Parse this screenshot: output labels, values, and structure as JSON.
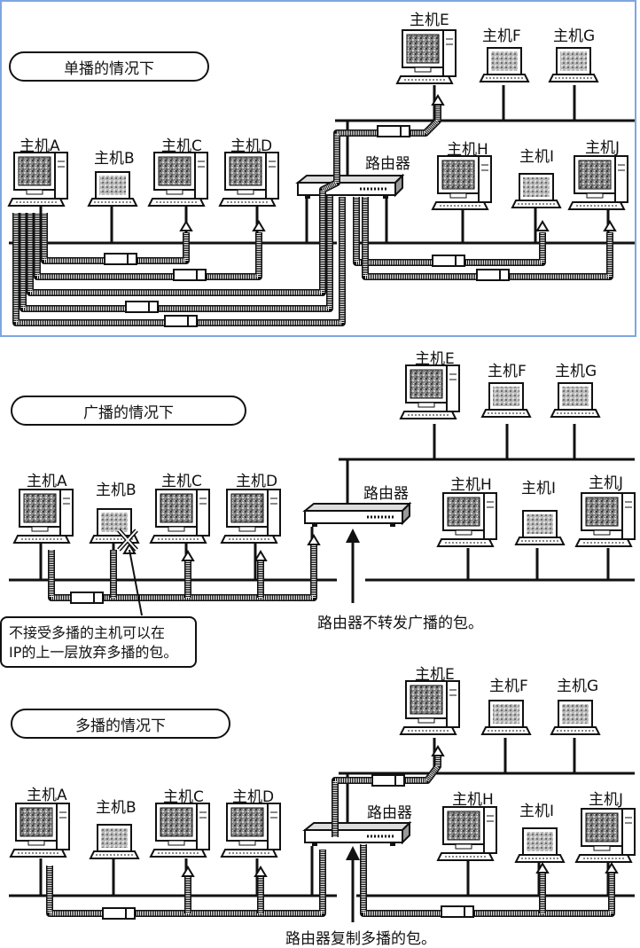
{
  "panels": [
    {
      "title": "单播的情况下",
      "hosts": {
        "A": "主机A",
        "B": "主机B",
        "C": "主机C",
        "D": "主机D",
        "E": "主机E",
        "F": "主机F",
        "G": "主机G",
        "H": "主机H",
        "I": "主机I",
        "J": "主机J"
      },
      "router_label": "路由器"
    },
    {
      "title": "广播的情况下",
      "hosts": {
        "A": "主机A",
        "B": "主机B",
        "C": "主机C",
        "D": "主机D",
        "E": "主机E",
        "F": "主机F",
        "G": "主机G",
        "H": "主机H",
        "I": "主机I",
        "J": "主机J"
      },
      "router_label": "路由器",
      "callout_line1": "不接受多播的主机可以在",
      "callout_line2": "IP的上一层放弃多播的包。",
      "caption": "路由器不转发广播的包。"
    },
    {
      "title": "多播的情况下",
      "hosts": {
        "A": "主机A",
        "B": "主机B",
        "C": "主机C",
        "D": "主机D",
        "E": "主机E",
        "F": "主机F",
        "G": "主机G",
        "H": "主机H",
        "I": "主机I",
        "J": "主机J"
      },
      "router_label": "路由器",
      "caption": "路由器复制多播的包。"
    }
  ]
}
